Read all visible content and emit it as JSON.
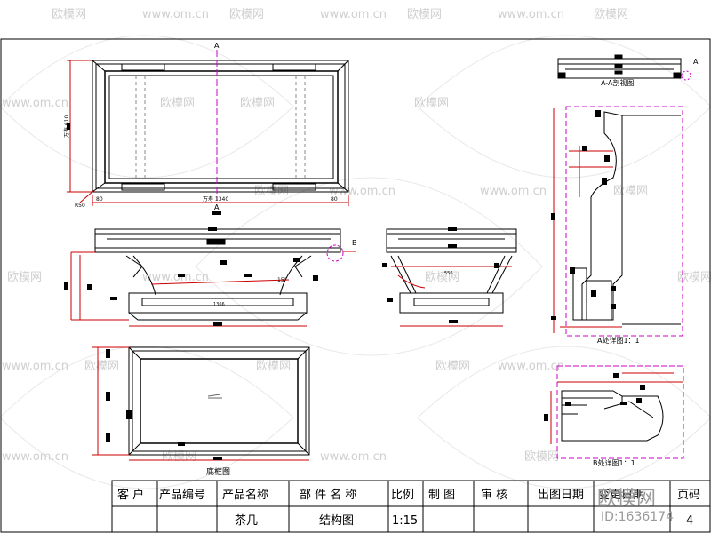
{
  "watermark": {
    "brand": "欧模网",
    "site": "www.om.cn",
    "stamp_brand": "欧模网",
    "stamp_id": "ID:1636174"
  },
  "views": {
    "section_label": "A-A剖视图",
    "detail_a_label": "A处详图1：1",
    "detail_b_label": "B处详图1：1",
    "base_label": "底框图",
    "cut_marker": "A",
    "detail_marker_b": "B",
    "dim_width": "万寿 1340",
    "dim_height": "万寿 610",
    "dim_left": "80",
    "dim_right": "80",
    "dim_corner": "R50",
    "dim_front": "1366",
    "dim_side": "556",
    "dim_slope": "15°"
  },
  "title_block": {
    "headers": [
      "客 户",
      "产品编号",
      "产品名称",
      "部 件 名 称",
      "比例",
      "制 图",
      "审 核",
      "出图日期",
      "变更日期",
      "页码"
    ],
    "values": [
      "",
      "",
      "茶几",
      "结构图",
      "1:15",
      "",
      "",
      "",
      "",
      "4"
    ]
  },
  "colors": {
    "line": "#000000",
    "hidden": "#cc00cc",
    "dimension": "#cc0000",
    "watermark": "#cfcfcf"
  }
}
